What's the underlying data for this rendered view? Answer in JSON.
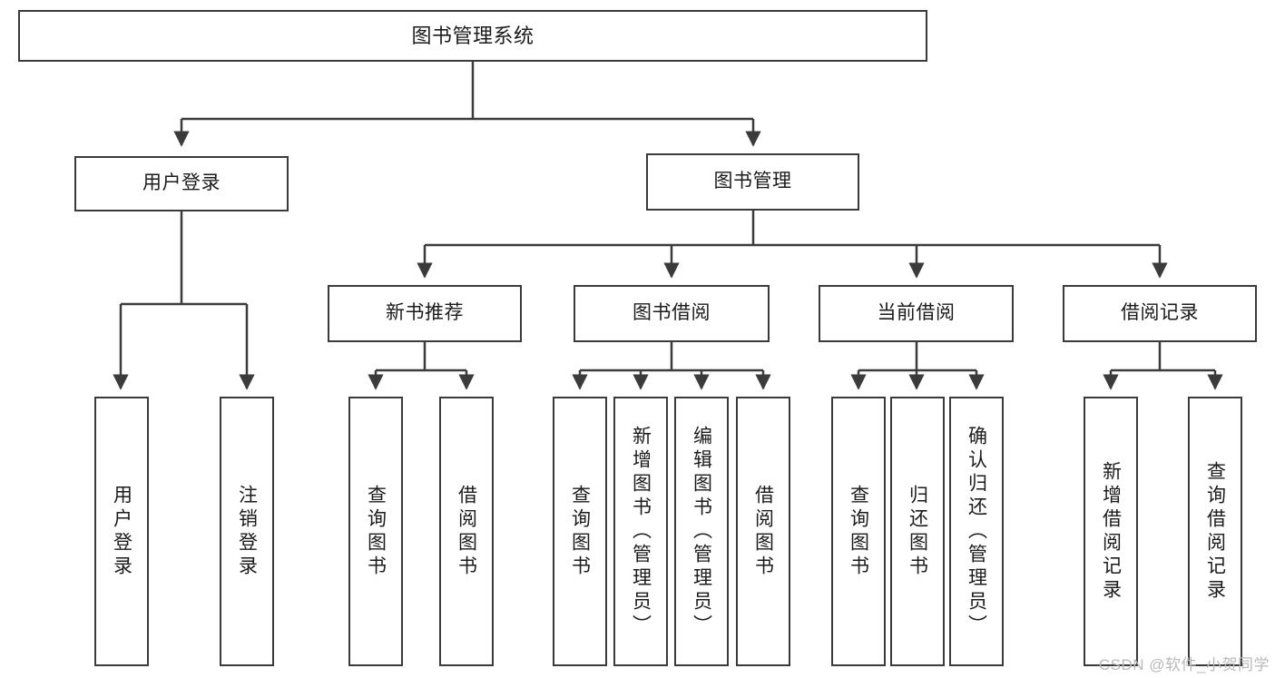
{
  "diagram": {
    "type": "tree",
    "title_node": {
      "label": "图书管理系统"
    },
    "colors": {
      "stroke": "#3b3b3b",
      "box_fill": "#ffffff",
      "text": "#1b1b1b",
      "background": "#ffffff",
      "watermark": "#b9b9b9"
    },
    "level2": [
      {
        "label": "用户登录"
      },
      {
        "label": "图书管理"
      }
    ],
    "level3": [
      {
        "label": "新书推荐"
      },
      {
        "label": "图书借阅"
      },
      {
        "label": "当前借阅"
      },
      {
        "label": "借阅记录"
      }
    ],
    "leaves": {
      "user_login": [
        {
          "label": "用户登录"
        },
        {
          "label": "注销登录"
        }
      ],
      "new_book_recommend": [
        {
          "label": "查询图书"
        },
        {
          "label": "借阅图书"
        }
      ],
      "book_borrow": [
        {
          "label": "查询图书"
        },
        {
          "label": "新增图书（管理员）"
        },
        {
          "label": "编辑图书（管理员）"
        },
        {
          "label": "借阅图书"
        }
      ],
      "current_borrow": [
        {
          "label": "查询图书"
        },
        {
          "label": "归还图书"
        },
        {
          "label": "确认归还（管理员）"
        }
      ],
      "borrow_record": [
        {
          "label": "新增借阅记录"
        },
        {
          "label": "查询借阅记录"
        }
      ]
    }
  },
  "watermark": {
    "text": "CSDN @软件_小贺同学"
  }
}
